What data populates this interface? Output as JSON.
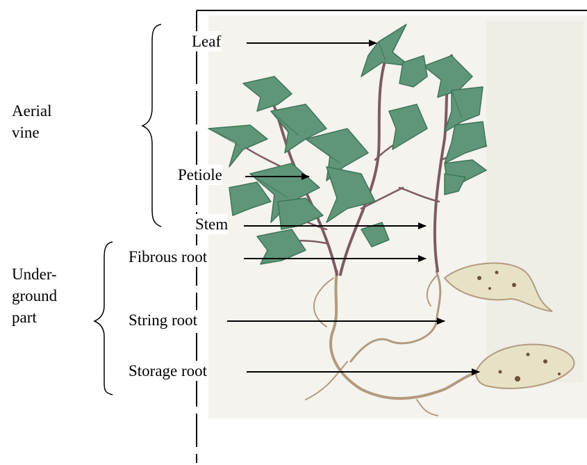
{
  "groups": {
    "aerial": {
      "lines": [
        "Aerial",
        "vine"
      ]
    },
    "underground": {
      "lines": [
        "Under-",
        "ground",
        "part"
      ]
    }
  },
  "labels": {
    "leaf": "Leaf",
    "petiole": "Petiole",
    "stem": "Stem",
    "fibrous_root": "Fibrous root",
    "string_root": "String root",
    "storage_root": "Storage root"
  },
  "colors": {
    "leaf_green": "#5f9679",
    "leaf_dark": "#3f7458",
    "stem_purple": "#7e5a63",
    "root_tan": "#b39a7f",
    "tuber": "#e7e2c6",
    "tuber_spots": "#6e5238",
    "photo_bg": "#f4f3ee"
  }
}
